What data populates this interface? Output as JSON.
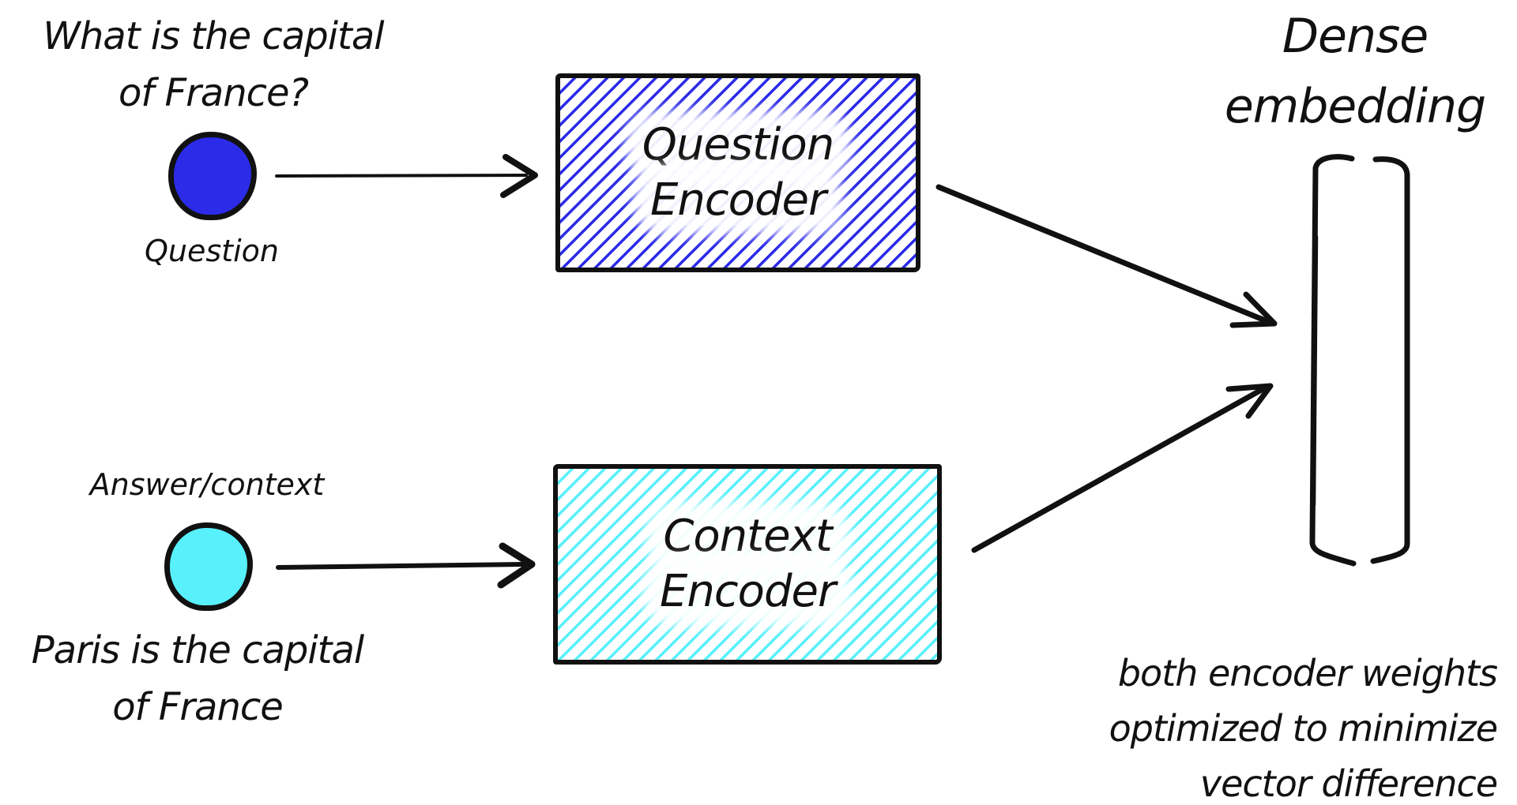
{
  "colors": {
    "question_blue": "#2b2be8",
    "context_cyan": "#58f0fb",
    "ink": "#111111"
  },
  "question": {
    "text": [
      "What is the capital",
      "of France?"
    ],
    "label": "Question"
  },
  "context": {
    "label": "Answer/context",
    "text": [
      "Paris is the capital",
      "of France"
    ]
  },
  "encoders": {
    "question": [
      "Question",
      "Encoder"
    ],
    "context": [
      "Context",
      "Encoder"
    ]
  },
  "embedding": {
    "title": [
      "Dense",
      "embedding"
    ]
  },
  "note": {
    "lines": [
      "both encoder weights",
      "optimized to minimize",
      "vector difference"
    ]
  }
}
